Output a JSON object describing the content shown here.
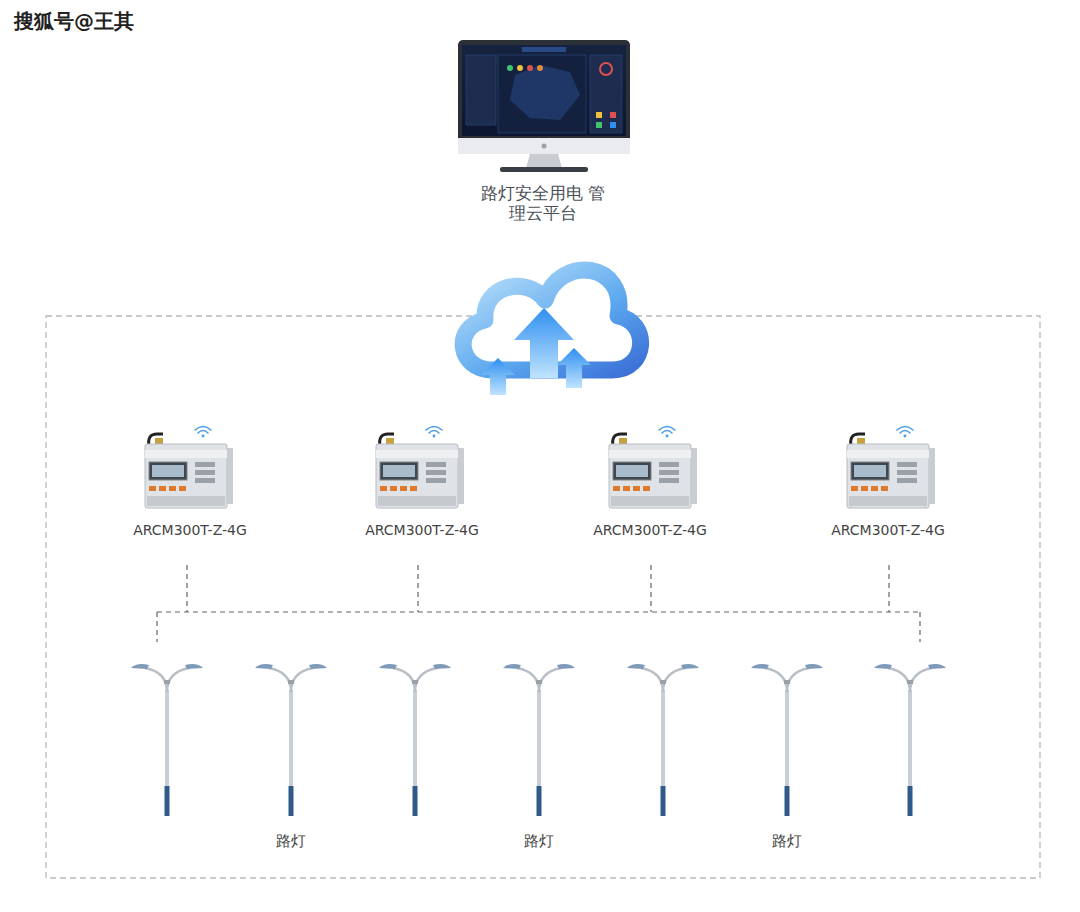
{
  "diagram": {
    "nodes": [
      {
        "text": [
          "路灯安全用电 管理云平台"
        ]
      },
      {
        "text": [
          "ARCM300T-Z-4G"
        ]
      },
      {
        "text": [
          "ARCM300T-Z-4G"
        ]
      },
      {
        "text": [
          "ARCM300T-Z-4G"
        ]
      },
      {
        "text": [
          "ARCM300T-Z-4G"
        ]
      }
    ],
    "labels": [
      "搜狐号@王其",
      "路灯",
      "路灯",
      "路灯"
    ]
  }
}
